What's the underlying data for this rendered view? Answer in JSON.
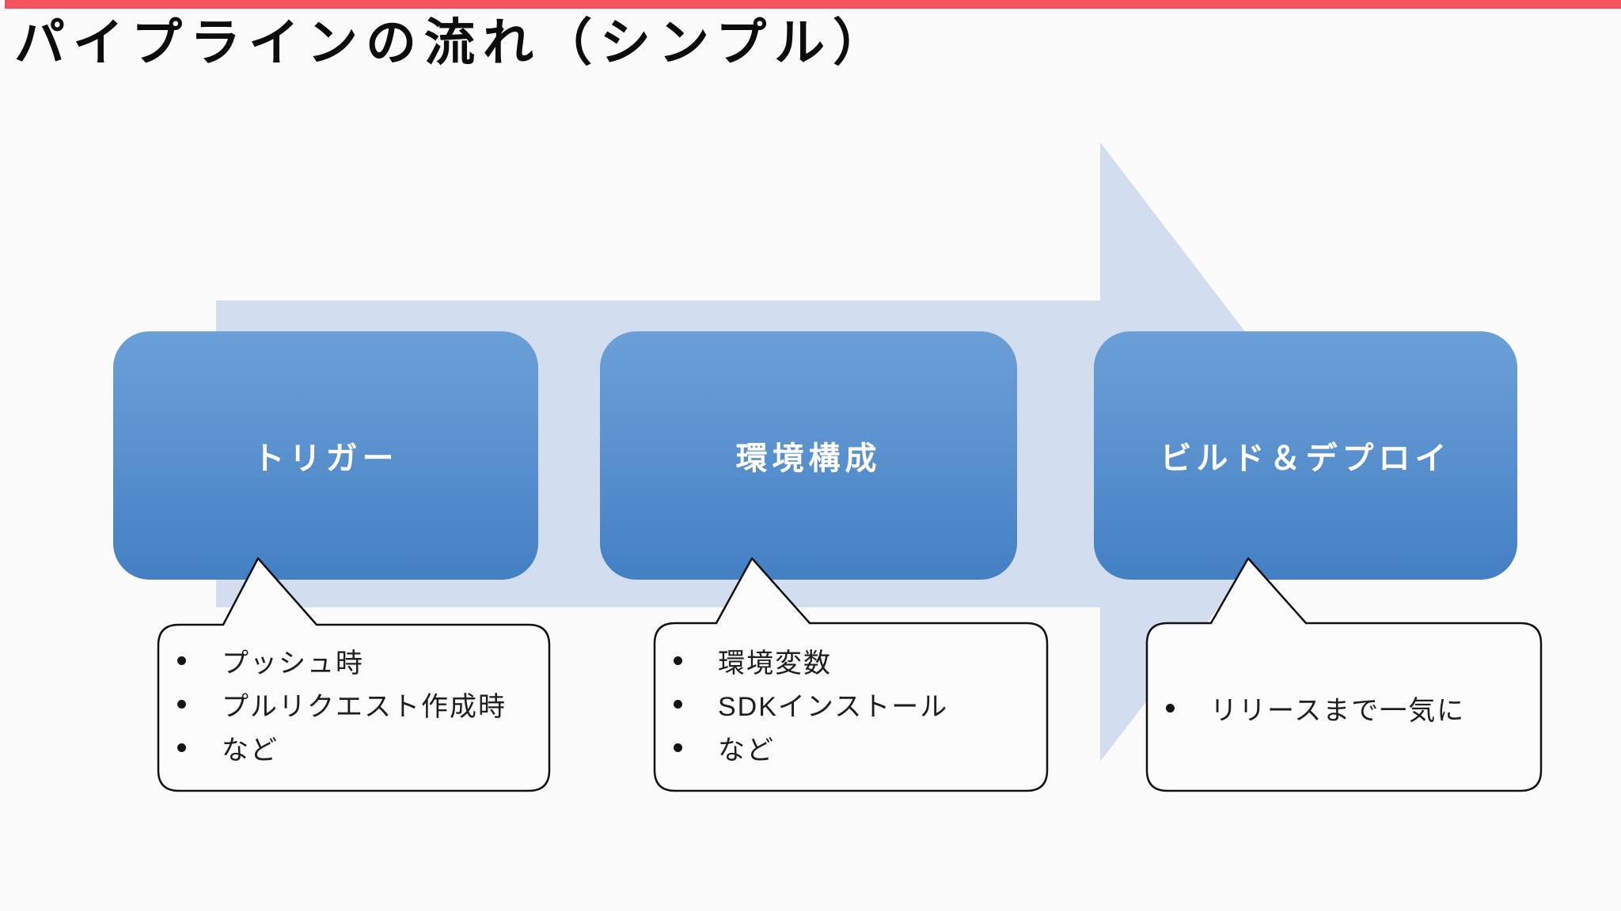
{
  "slide": {
    "title": "パイプラインの流れ（シンプル）",
    "colors": {
      "accent_bar": "#f4525e",
      "flow_arrow": "#d2deef",
      "stage_gradient_top": "#6b9fd7",
      "stage_gradient_bottom": "#4380c4",
      "stage_label_text": "#ffffff",
      "callout_border": "#111111"
    },
    "stages": [
      {
        "label": "トリガー",
        "notes": [
          "プッシュ時",
          "プルリクエスト作成時",
          "など"
        ]
      },
      {
        "label": "環境構成",
        "notes": [
          "環境変数",
          "SDKインストール",
          "など"
        ]
      },
      {
        "label": "ビルド＆デプロイ",
        "notes": [
          "リリースまで一気に"
        ]
      }
    ]
  }
}
